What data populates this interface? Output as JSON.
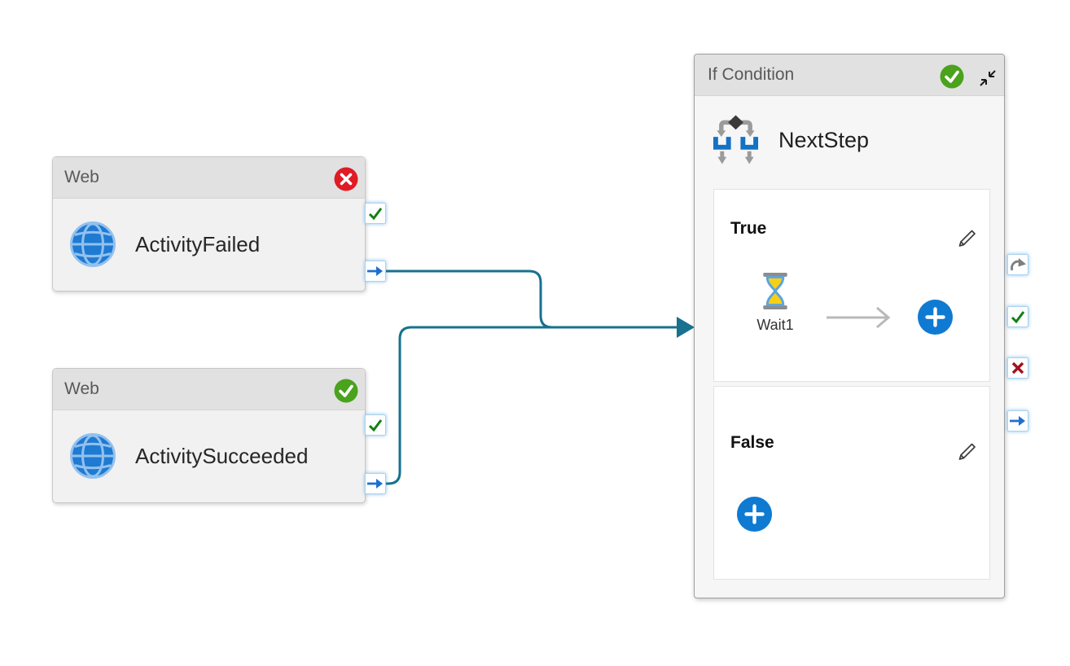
{
  "canvas": {
    "description": "pipeline designer canvas",
    "background": "#ffffff"
  },
  "colors": {
    "connector": "#17718f",
    "success_green": "#4aa21d",
    "error_red": "#e01b24",
    "primary_blue": "#0f7ad2",
    "port_border_blue": "#a9d3ef",
    "header_gray": "#e1e1e1",
    "icon_gray": "#9b9b9b"
  },
  "nodes": [
    {
      "type_label": "Web",
      "name": "ActivityFailed",
      "status": "failed",
      "status_badge": "error-badge",
      "icon": "globe-icon",
      "ports": [
        {
          "name": "success-port",
          "glyph": "green-check"
        },
        {
          "name": "output-port",
          "glyph": "blue-arrow-right"
        }
      ]
    },
    {
      "type_label": "Web",
      "name": "ActivitySucceeded",
      "status": "succeeded",
      "status_badge": "success-badge",
      "icon": "globe-icon",
      "ports": [
        {
          "name": "success-port",
          "glyph": "green-check"
        },
        {
          "name": "output-port",
          "glyph": "blue-arrow-right"
        }
      ]
    }
  ],
  "if_node": {
    "type_label": "If Condition",
    "name": "NextStep",
    "status": "succeeded",
    "status_badge": "success-badge",
    "icon": "if-condition-branch-icon",
    "collapse_icon": "collapse-diagonal-arrows-icon",
    "branches": {
      "true": {
        "label": "True",
        "edit_icon": "pencil-icon",
        "activities": [
          {
            "name": "Wait1",
            "icon": "hourglass-wait-icon"
          }
        ],
        "add_button": "plus-button"
      },
      "false": {
        "label": "False",
        "edit_icon": "pencil-icon",
        "activities": [],
        "add_button": "plus-button"
      }
    },
    "ports": [
      {
        "name": "completion-port",
        "glyph": "gray-redo-arrow"
      },
      {
        "name": "success-port",
        "glyph": "green-check"
      },
      {
        "name": "failure-port",
        "glyph": "red-cross"
      },
      {
        "name": "output-port",
        "glyph": "blue-arrow-right"
      }
    ]
  },
  "connections": [
    {
      "from": "ActivityFailed.output-port",
      "to": "NextStep.input"
    },
    {
      "from": "ActivitySucceeded.output-port",
      "to": "NextStep.input"
    }
  ]
}
